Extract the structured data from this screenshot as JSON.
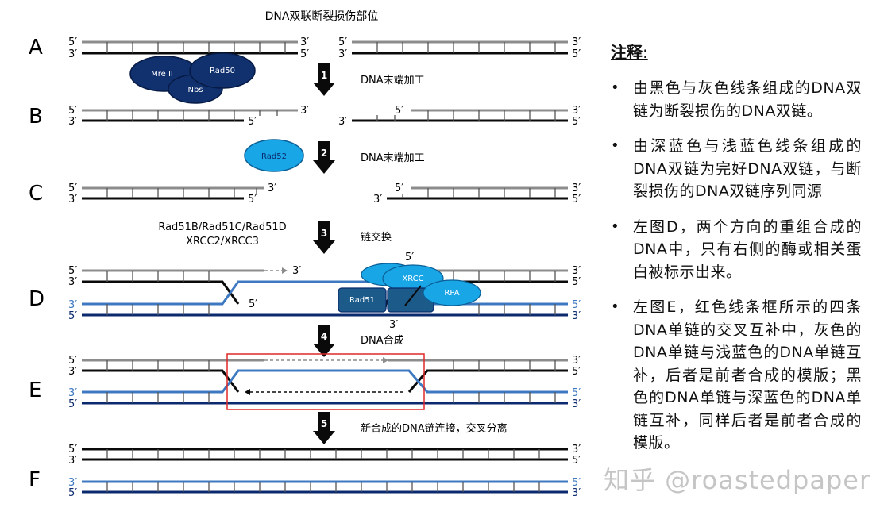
{
  "title": "DNA双联断裂损伤部位",
  "rows": [
    {
      "label": "A"
    },
    {
      "label": "B"
    },
    {
      "label": "C"
    },
    {
      "label": "D"
    },
    {
      "label": "E"
    },
    {
      "label": "F"
    }
  ],
  "steps": [
    {
      "num": "1",
      "text": "DNA末端加工"
    },
    {
      "num": "2",
      "text": "DNA末端加工"
    },
    {
      "num": "3",
      "text": "链交换"
    },
    {
      "num": "4",
      "text": "DNA合成"
    },
    {
      "num": "5",
      "text": "新合成的DNA链连接，交叉分离"
    }
  ],
  "proteins": {
    "mre11": "Mre II",
    "rad50": "Rad50",
    "nbs": "Nbs",
    "rad52": "Rad52",
    "rad51_group_line1": "Rad51B/Rad51C/Rad51D",
    "rad51_group_line2": "XRCC2/XRCC3",
    "xrcc": "XRCC",
    "rpa": "RPA",
    "rad51": "Rad51"
  },
  "ends": {
    "five": "5′",
    "three": "3′"
  },
  "notes": {
    "title": "注释",
    "colon": ":",
    "items": [
      "由黑色与灰色线条组成的DNA双链为断裂损伤的DNA双链。",
      "由深蓝色与浅蓝色线条组成的DNA双链为完好DNA双链，与断裂损伤的DNA双链序列同源",
      "左图D，两个方向的重组合成的DNA中，只有右侧的酶或相关蛋白被标示出来。",
      "左图E，红色线条框所示的四条DNA单链的交叉互补中，灰色的DNA单链与浅蓝色的DNA单链互补，后者是前者合成的模版；黑色的DNA单链与深蓝色的DNA单链互补，同样后者是前者合成的模版。"
    ]
  },
  "watermark": "知乎 @roastedpaper",
  "colors": {
    "gray": "#8c8c8c",
    "black": "#0a0a0a",
    "light_blue": "#3d78c0",
    "dark_blue": "#0b2a6e",
    "protein_navy": "#10306e",
    "protein_cyan": "#19a6e6",
    "protein_teal": "#1c5a8a",
    "red_box": "#e0282a"
  }
}
